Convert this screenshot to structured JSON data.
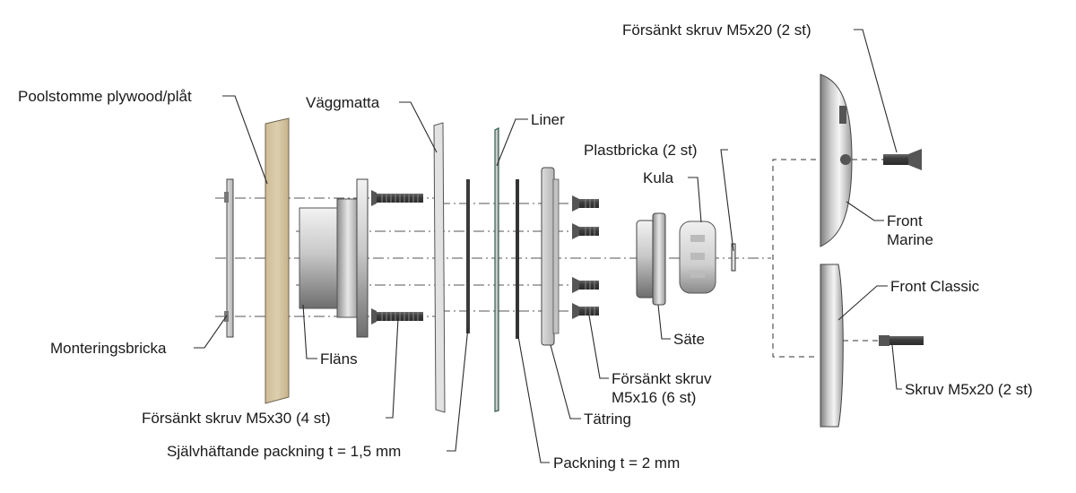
{
  "labels": {
    "poolstomme": "Poolstomme plywood/plåt",
    "vaggmatta": "Väggmatta",
    "liner": "Liner",
    "plastbricka": "Plastbricka (2 st)",
    "kula": "Kula",
    "forsankt_m5x20": "Försänkt skruv M5x20 (2 st)",
    "front_marine_1": "Front",
    "front_marine_2": "Marine",
    "front_classic": "Front Classic",
    "monteringsbricka": "Monteringsbricka",
    "flans": "Fläns",
    "sate": "Säte",
    "forsankt_m5x16_1": "Försänkt skruv",
    "forsankt_m5x16_2": "M5x16 (6 st)",
    "skruv_m5x20": "Skruv M5x20 (2 st)",
    "tatring": "Tätring",
    "forsankt_m5x30": "Försänkt skruv M5x30 (4 st)",
    "sjalvhaftande": "Självhäftande packning t = 1,5 mm",
    "packning": "Packning t = 2 mm"
  },
  "colors": {
    "wood": "#d8c9a6",
    "metal_light": "#e6e6e6",
    "metal_dark": "#7a7a7a",
    "screw": "#4a4a4a",
    "liner": "#2f5a4e"
  }
}
